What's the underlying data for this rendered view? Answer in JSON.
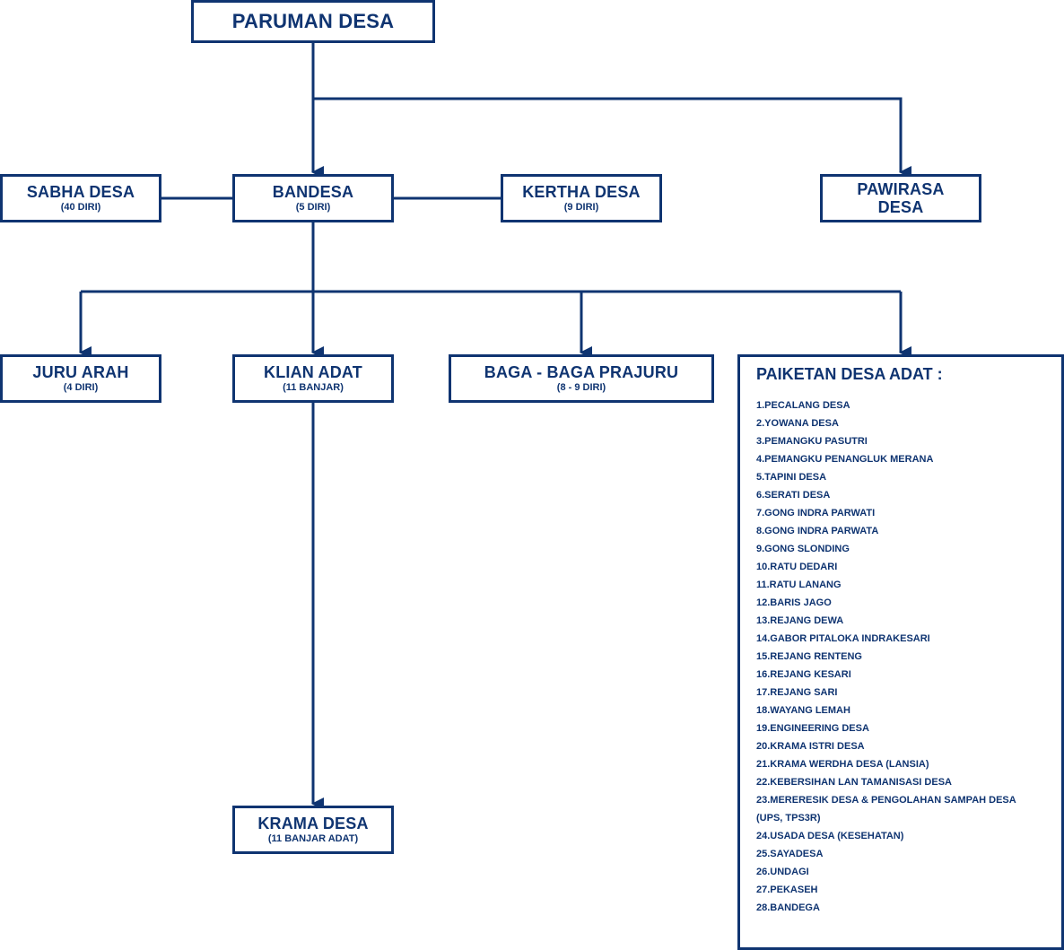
{
  "colors": {
    "primary": "#0f3471",
    "background": "#ffffff"
  },
  "nodes": {
    "paruman": {
      "title": "PARUMAN DESA"
    },
    "sabha": {
      "title": "SABHA DESA",
      "sub": "(40 DIRI)"
    },
    "bandesa": {
      "title": "BANDESA",
      "sub": "(5 DIRI)"
    },
    "kertha": {
      "title": "KERTHA DESA",
      "sub": "(9 DIRI)"
    },
    "pawirasa": {
      "title_line1": "PAWIRASA",
      "title_line2": "DESA"
    },
    "juru_arah": {
      "title": "JURU ARAH",
      "sub": "(4 DIRI)"
    },
    "klian_adat": {
      "title": "KLIAN ADAT",
      "sub": "(11 BANJAR)"
    },
    "baga": {
      "title": "BAGA - BAGA PRAJURU",
      "sub": "(8 - 9 DIRI)"
    },
    "krama": {
      "title": "KRAMA DESA",
      "sub": "(11 BANJAR ADAT)"
    }
  },
  "paiketan": {
    "title": "PAIKETAN DESA ADAT :",
    "items": [
      "1.PECALANG DESA",
      "2.YOWANA DESA",
      "3.PEMANGKU PASUTRI",
      "4.PEMANGKU PENANGLUK MERANA",
      "5.TAPINI DESA",
      "6.SERATI DESA",
      "7.GONG INDRA PARWATI",
      "8.GONG INDRA PARWATA",
      "9.GONG SLONDING",
      "10.RATU DEDARI",
      "11.RATU LANANG",
      "12.BARIS JAGO",
      "13.REJANG DEWA",
      "14.GABOR PITALOKA INDRAKESARI",
      "15.REJANG RENTENG",
      "16.REJANG KESARI",
      "17.REJANG SARI",
      "18.WAYANG LEMAH",
      "19.ENGINEERING DESA",
      "20.KRAMA ISTRI DESA",
      "21.KRAMA WERDHA DESA (LANSIA)",
      "22.KEBERSIHAN LAN TAMANISASI DESA",
      "23.MERERESIK DESA & PENGOLAHAN SAMPAH DESA",
      "(UPS, TPS3R)",
      "24.USADA DESA (KESEHATAN)",
      "25.SAYADESA",
      "26.UNDAGI",
      "27.PEKASEH",
      "28.BANDEGA"
    ]
  }
}
